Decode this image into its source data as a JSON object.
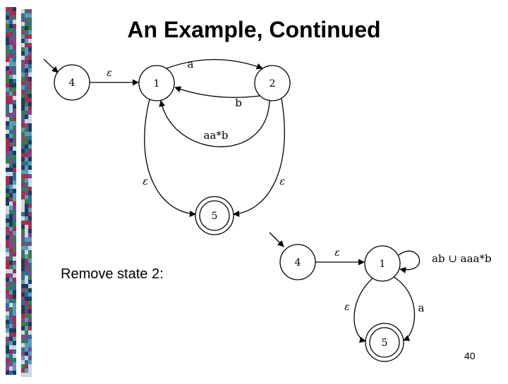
{
  "slide": {
    "title": "An Example, Continued",
    "caption": "Remove state 2:",
    "page_number": "40"
  },
  "diagram_before": {
    "states": {
      "s4": "4",
      "s1": "1",
      "s2": "2",
      "s5": "5"
    },
    "edges": {
      "e_4_1": "ε",
      "e_1_2": "a",
      "e_2_1": "b",
      "e_2_1_loop": "aa*b",
      "e_1_5": "ε",
      "e_2_5": "ε"
    }
  },
  "diagram_after": {
    "states": {
      "s4": "4",
      "s1": "1",
      "s5": "5"
    },
    "edges": {
      "e_4_1": "ε",
      "e_1_1_loop": "ab ∪ aaa*b",
      "e_1_5_left": "ε",
      "e_1_5_right": "a"
    }
  },
  "colors": {
    "stroke": "#000000",
    "strip_colors": [
      "#1e3a5f",
      "#2f6f8f",
      "#5b9bb5",
      "#a13050",
      "#3d7a4a",
      "#c9d7e3",
      "#7a4a8a"
    ]
  }
}
